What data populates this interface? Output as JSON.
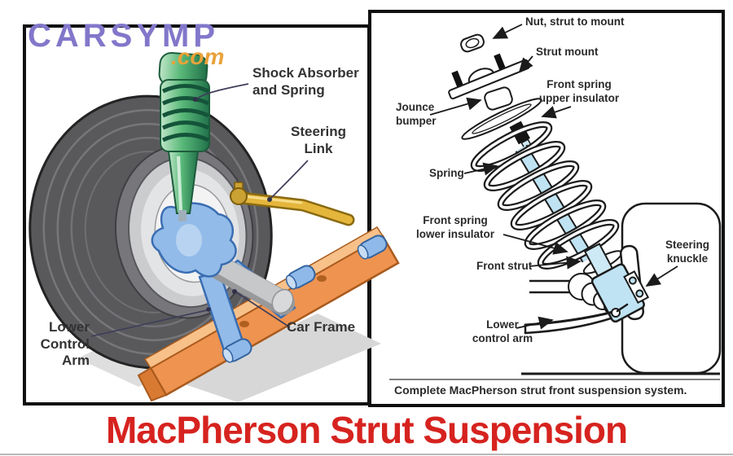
{
  "logo": {
    "brand": "CARSYMP",
    "tld": ".com"
  },
  "title": "MacPherson Strut Suspension",
  "left_panel": {
    "labels": {
      "shock_absorber": "Shock Absorber\nand Spring",
      "steering_link": "Steering\nLink",
      "lower_control_arm": "Lower\nControl\nArm",
      "car_frame": "Car Frame"
    }
  },
  "right_panel": {
    "labels": {
      "nut": "Nut, strut to mount",
      "strut_mount": "Strut mount",
      "front_spring_upper_insulator": "Front spring\nupper insulator",
      "jounce_bumper": "Jounce\nbumper",
      "spring": "Spring",
      "front_spring_lower_insulator": "Front spring\nlower insulator",
      "front_strut": "Front strut",
      "steering_knuckle": "Steering\nknuckle",
      "lower_control_arm": "Lower\ncontrol arm"
    },
    "caption": "Complete MacPherson strut front suspension system."
  },
  "colors": {
    "logo_purple": "#8277ca",
    "logo_orange": "#e9a23a",
    "title_red": "#d6231f",
    "label_dark": "#333333",
    "strut_green": "#58b878",
    "frame_orange": "#ef9350",
    "parts_blue": "#8fb9e9",
    "diagram_pale_blue": "#bfe3f2",
    "line_black": "#1b1b1b"
  }
}
